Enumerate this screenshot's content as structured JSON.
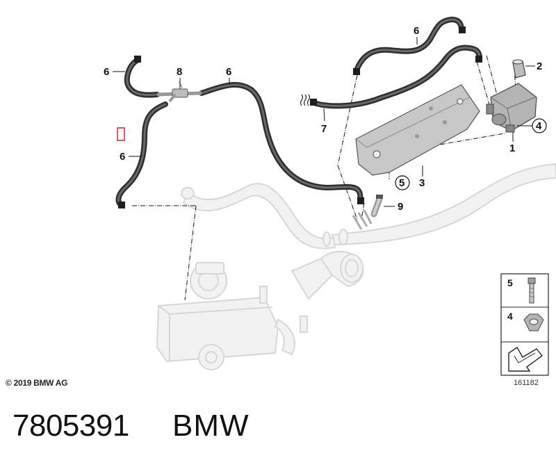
{
  "callouts": {
    "c1": "1",
    "c2": "2",
    "c3": "3",
    "c4": "4",
    "c5": "5",
    "c6a": "6",
    "c6b": "6",
    "c6c": "6",
    "c6d": "6",
    "c7": "7",
    "c8": "8",
    "c9": "9"
  },
  "inset": {
    "bolt_number": "5",
    "nut_number": "4"
  },
  "copyright": "© 2019 BMW AG",
  "figure_number": "161182",
  "footer": {
    "part_number": "7805391",
    "brand": "BMW"
  },
  "colors": {
    "hose": "#3a3a3a",
    "ghost_parts": "#d8d8d8",
    "highlight": "#e0201b"
  }
}
